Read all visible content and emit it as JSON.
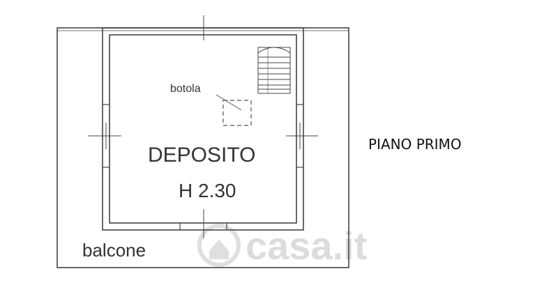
{
  "floor_label": "PIANO PRIMO",
  "rooms": {
    "main": {
      "name": "DEPOSITO",
      "height": "H 2.30"
    },
    "outer": {
      "name": "balcone"
    }
  },
  "annotations": {
    "hatch": "botola"
  },
  "watermark": {
    "text": "casa.it",
    "icon": "house-icon"
  },
  "colors": {
    "lines": "#444444",
    "text": "#333333",
    "watermark": "#d9d9d9"
  }
}
